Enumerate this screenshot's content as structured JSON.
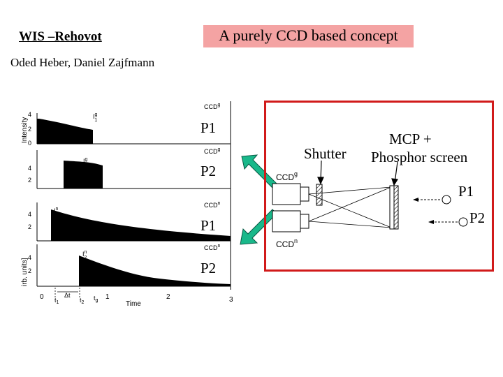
{
  "header": {
    "title": "WIS –Rehovot"
  },
  "concept": {
    "label": "A purely CCD based concept"
  },
  "authors": "Oded Heber, Daniel Zajfmann",
  "colors": {
    "concept_box": "#f4a3a3",
    "frame": "#d11a1a",
    "arrow_fill": "#19b88a",
    "arrow_stroke": "#0a5a45"
  },
  "left_plots": {
    "y_axis_upper": "Intensity",
    "y_axis_lower": "irb. units]",
    "x_axis": "Time",
    "x_ticks": [
      "0",
      "1",
      "2",
      "3"
    ],
    "y_ticks": [
      "4",
      "2",
      "0"
    ],
    "ccd_tags": [
      "CCD",
      "CCD",
      "CCD",
      "CCD"
    ],
    "ccd_superscripts": [
      "g",
      "g",
      "n",
      "n"
    ],
    "curve_labels": [
      "I",
      "I",
      "I",
      "I"
    ],
    "curve_superscripts": [
      "g",
      "g",
      "n",
      "n"
    ],
    "curve_subscripts": [
      "1",
      "2",
      "1",
      "2"
    ],
    "time_markers": {
      "t1": "t",
      "t1_sub": "1",
      "dt": "Δt",
      "t2": "t",
      "t2_sub": "2",
      "tg": "t",
      "tg_sub": "g"
    },
    "overlay_labels": [
      "P1",
      "P2",
      "P1",
      "P2"
    ]
  },
  "setup": {
    "shutter": "Shutter",
    "mcp": "MCP +",
    "phosphor": "Phosphor screen",
    "ccd_top": "CCD",
    "ccd_top_sup": "g",
    "ccd_bottom": "CCD",
    "ccd_bottom_sup": "n",
    "p1": "P1",
    "p2": "P2"
  }
}
